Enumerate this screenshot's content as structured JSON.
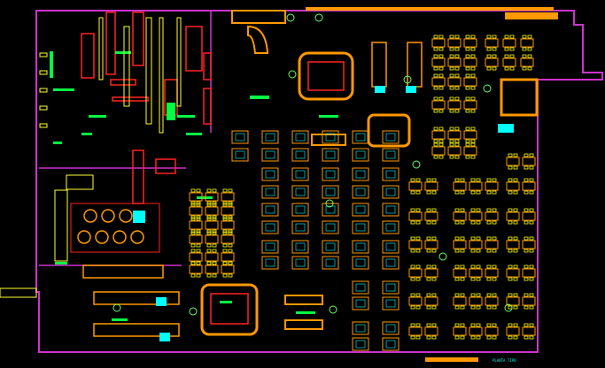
{
  "drawing": {
    "title_block_text": "PLANTA TIPO",
    "colors": {
      "background": "#000000",
      "wall_outline": "#cc33cc",
      "table": "#ff9900",
      "chair": "#ffff00",
      "kitchen_red": "#ff2222",
      "green": "#00ff44",
      "cyan": "#00ffff",
      "accent_yellow": "#ffff33",
      "plant": "#66ff66"
    },
    "zones": [
      {
        "name": "kitchen",
        "label": ""
      },
      {
        "name": "bar-island",
        "label": ""
      },
      {
        "name": "service-station",
        "label": ""
      },
      {
        "name": "dining-hall",
        "label": ""
      },
      {
        "name": "buffet-island",
        "label": ""
      },
      {
        "name": "entrance-lobby",
        "label": ""
      },
      {
        "name": "corner-booth",
        "label": ""
      }
    ]
  }
}
